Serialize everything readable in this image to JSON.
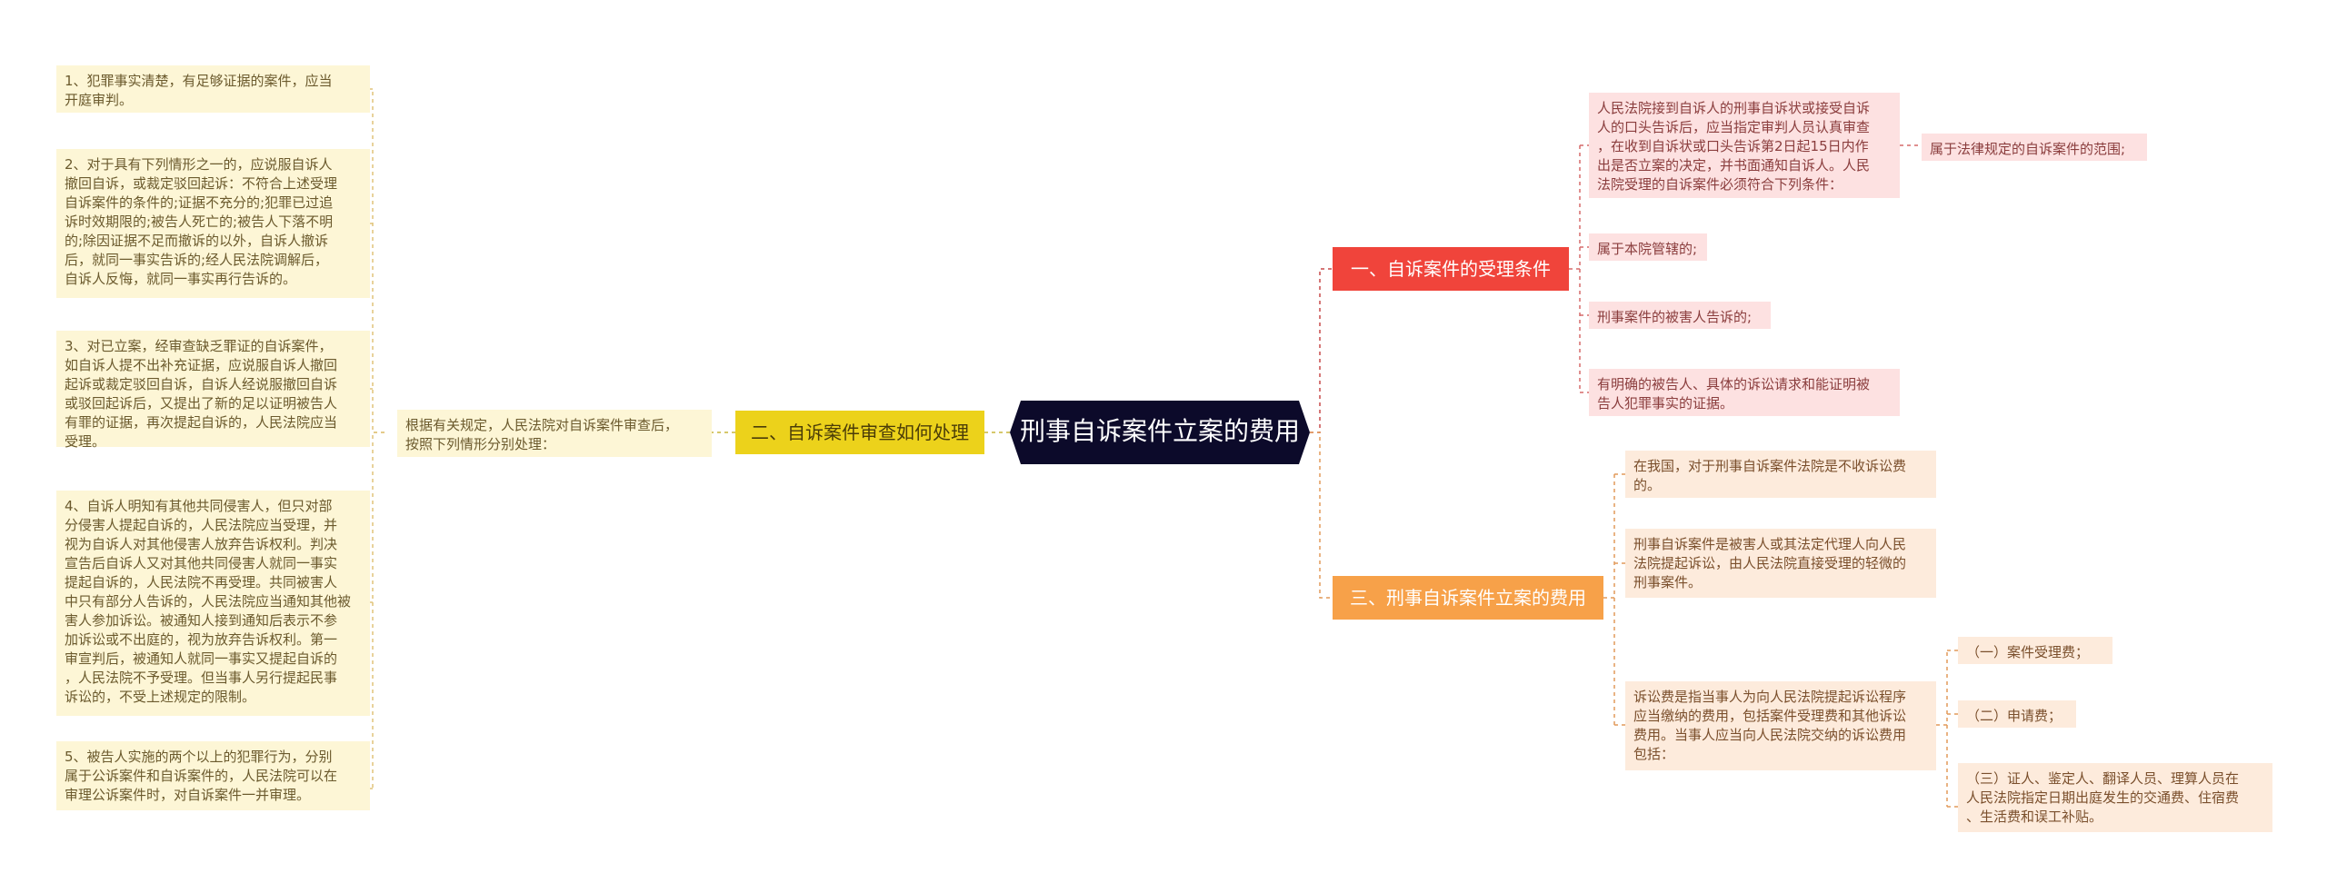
{
  "root": {
    "title": "刑事自诉案件立案的费用"
  },
  "left": {
    "branch": "二、自诉案件审查如何处理",
    "intro": "根据有关规定，人民法院对自诉案件审查后，\n按照下列情形分别处理：",
    "items": [
      "1、犯罪事实清楚，有足够证据的案件，应当\n开庭审判。",
      "2、对于具有下列情形之一的，应说服自诉人\n撤回自诉，或裁定驳回起诉：不符合上述受理\n自诉案件的条件的;证据不充分的;犯罪已过追\n诉时效期限的;被告人死亡的;被告人下落不明\n的;除因证据不足而撤诉的以外，自诉人撤诉\n后，就同一事实告诉的;经人民法院调解后，\n自诉人反悔，就同一事实再行告诉的。",
      "3、对已立案，经审查缺乏罪证的自诉案件，\n如自诉人提不出补充证据，应说服自诉人撤回\n起诉或裁定驳回自诉，自诉人经说服撤回自诉\n或驳回起诉后，又提出了新的足以证明被告人\n有罪的证据，再次提起自诉的，人民法院应当\n受理。",
      "4、自诉人明知有其他共同侵害人，但只对部\n分侵害人提起自诉的，人民法院应当受理，并\n视为自诉人对其他侵害人放弃告诉权利。判决\n宣告后自诉人又对其他共同侵害人就同一事实\n提起自诉的，人民法院不再受理。共同被害人\n中只有部分人告诉的，人民法院应当通知其他被\n害人参加诉讼。被通知人接到通知后表示不参\n加诉讼或不出庭的，视为放弃告诉权利。第一\n审宣判后，被通知人就同一事实又提起自诉的\n，人民法院不予受理。但当事人另行提起民事\n诉讼的，不受上述规定的限制。",
      "5、被告人实施的两个以上的犯罪行为，分别\n属于公诉案件和自诉案件的，人民法院可以在\n审理公诉案件时，对自诉案件一并审理。"
    ]
  },
  "right1": {
    "branch": "一、自诉案件的受理条件",
    "items": [
      "人民法院接到自诉人的刑事自诉状或接受自诉\n人的口头告诉后，应当指定审判人员认真审查\n，在收到自诉状或口头告诉第2日起15日内作\n出是否立案的决定，并书面通知自诉人。人民\n法院受理的自诉案件必须符合下列条件：",
      "属于本院管辖的;",
      "刑事案件的被害人告诉的;",
      "有明确的被告人、具体的诉讼请求和能证明被\n告人犯罪事实的证据。"
    ],
    "sub": "属于法律规定的自诉案件的范围;"
  },
  "right3": {
    "branch": "三、刑事自诉案件立案的费用",
    "items": [
      "在我国，对于刑事自诉案件法院是不收诉讼费\n的。",
      "刑事自诉案件是被害人或其法定代理人向人民\n法院提起诉讼，由人民法院直接受理的轻微的\n刑事案件。",
      "诉讼费是指当事人为向人民法院提起诉讼程序\n应当缴纳的费用，包括案件受理费和其他诉讼\n费用。当事人应当向人民法院交纳的诉讼费用\n包括："
    ],
    "fees": [
      "（一）案件受理费；",
      "（二）申请费；",
      "（三）证人、鉴定人、翻译人员、理算人员在\n人民法院指定日期出庭发生的交通费、住宿费\n、生活费和误工补贴。"
    ]
  },
  "colors": {
    "root_bg": "#0c0a2a",
    "branch1": "#f0443b",
    "branch2": "#ecd21b",
    "branch3": "#f7a149",
    "leaf_yellow": "#fdf6d6",
    "leaf_red": "#fde1e1",
    "leaf_orange": "#fdebdc"
  }
}
